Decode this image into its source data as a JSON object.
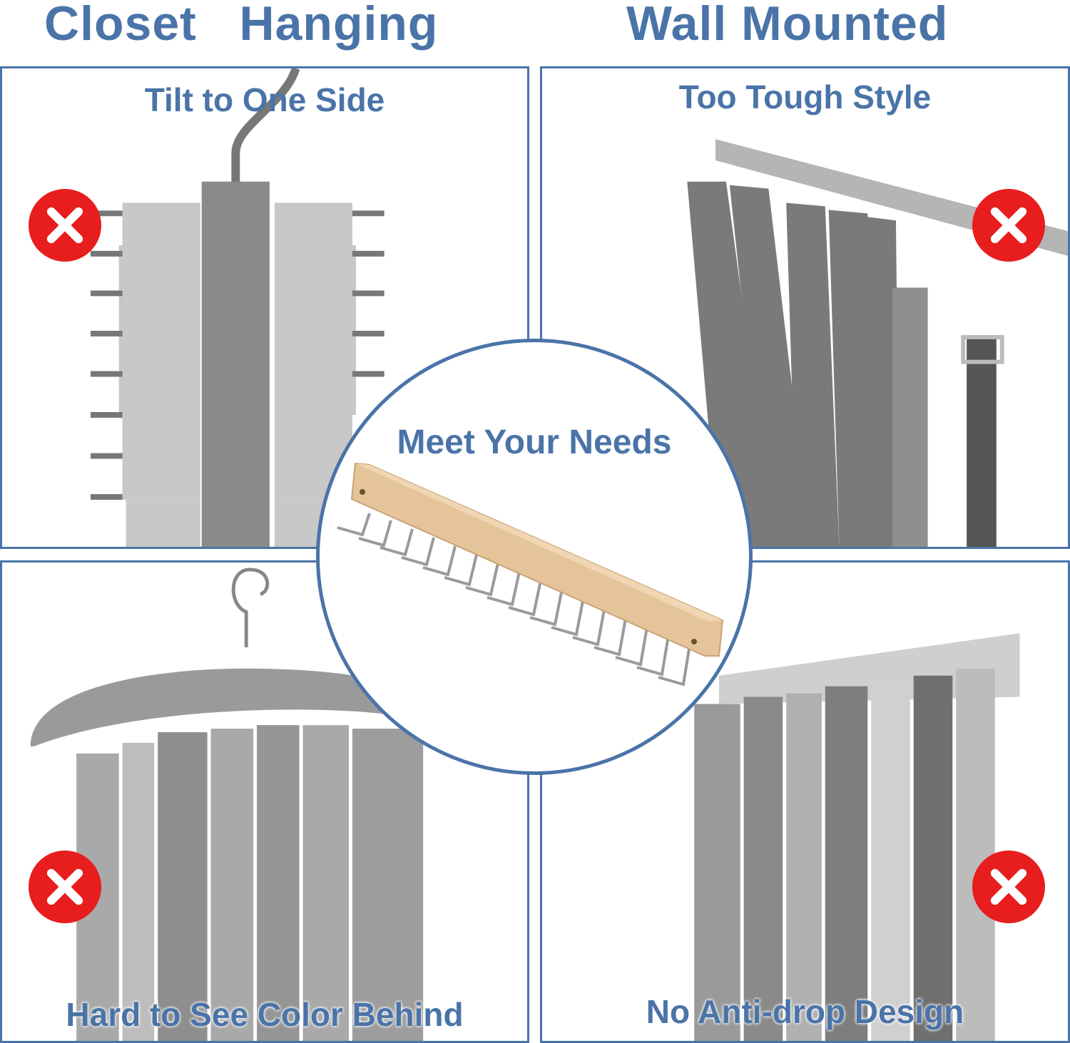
{
  "headers": {
    "left": "Closet   Hanging",
    "right": "Wall Mounted"
  },
  "panels": {
    "top_left": {
      "title": "Tilt to One Side",
      "status_icon": "red-x-icon"
    },
    "top_right": {
      "title": "Too Tough Style",
      "status_icon": "red-x-icon"
    },
    "bottom_left": {
      "title": "Hard to See Color Behind",
      "status_icon": "red-x-icon"
    },
    "bottom_right": {
      "title": "No Anti-drop Design",
      "status_icon": "red-x-icon"
    }
  },
  "center": {
    "title": "Meet Your Needs"
  },
  "colors": {
    "accent": "#4a74a8",
    "error": "#e81d1d",
    "wood": "#e6c49a"
  }
}
